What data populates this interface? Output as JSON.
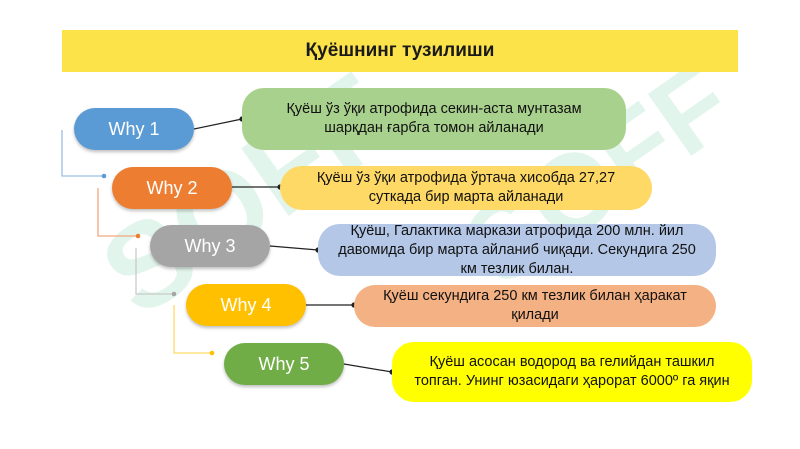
{
  "title": "Қуёшнинг тузилиши",
  "watermark_text": "SOFF",
  "colors": {
    "title_bg": "#fde34a",
    "why1": "#5b9bd5",
    "why2": "#ed7d31",
    "why3": "#a5a5a5",
    "why4": "#ffc000",
    "why5": "#70ad47"
  },
  "items": [
    {
      "why": "Why 1",
      "answer": "Қуёш ўз ўқи атрофида секин-аста мунтазам шарқдан ғарбга томон айланади"
    },
    {
      "why": "Why 2",
      "answer": "Қуёш ўз ўқи атрофида ўртача хисобда 27,27 суткада бир марта айланади"
    },
    {
      "why": "Why 3",
      "answer": "Қуёш, Галактика маркази атрофида 200 млн. йил давомида бир марта айланиб чиқади. Секундига 250 км тезлик билан."
    },
    {
      "why": "Why 4",
      "answer": "Қуёш  секундига 250 км тезлик билан ҳаракат қилади"
    },
    {
      "why": "Why 5",
      "answer": "Қуёш  асосан водород ва гелийдан ташкил топган. Унинг юзасидаги ҳарорат 6000º га яқин"
    }
  ]
}
